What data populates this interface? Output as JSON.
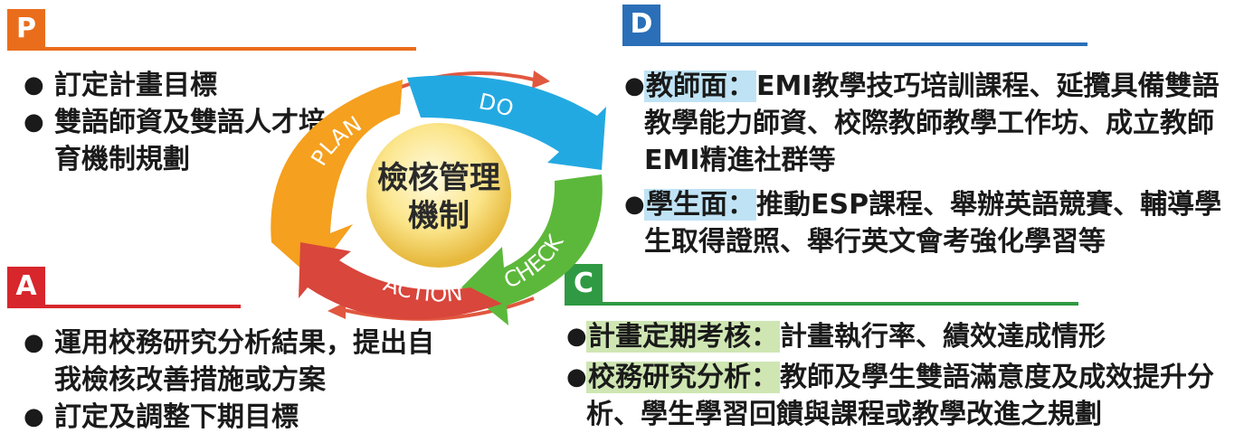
{
  "plan": {
    "letter": "P",
    "items": [
      "訂定計畫目標",
      "雙語師資及雙語人才培育機制規劃"
    ]
  },
  "act": {
    "letter": "A",
    "items": [
      "運用校務研究分析結果，提出自我檢核改善措施或方案",
      "訂定及調整下期目標"
    ]
  },
  "do": {
    "letter": "D",
    "items": [
      {
        "label": "教師面：",
        "text": "EMI教學技巧培訓課程、延攬具備雙語教學能力師資、校際教師教學工作坊、成立教師EMI精進社群等"
      },
      {
        "label": "學生面：",
        "text": "推動ESP課程、舉辦英語競賽、輔導學生取得證照、舉行英文會考強化學習等"
      }
    ]
  },
  "check": {
    "letter": "C",
    "items": [
      {
        "label": "計畫定期考核：",
        "text": "計畫執行率、績效達成情形"
      },
      {
        "label": "校務研究分析：",
        "text": "教師及學生雙語滿意度及成效提升分析、學生學習回饋與課程或教學改進之規劃"
      }
    ]
  },
  "cycle": {
    "segments": [
      "PLAN",
      "DO",
      "CHECK",
      "ACTION"
    ],
    "center_line1": "檢核管理",
    "center_line2": "機制"
  },
  "colors": {
    "plan": "#f5a01e",
    "do": "#23a9e1",
    "check": "#5cb83a",
    "action": "#d8463c",
    "p_head": "#ea6d1c",
    "d_head": "#2a6fb8",
    "c_head": "#2f9a43",
    "a_head": "#d7262c"
  }
}
